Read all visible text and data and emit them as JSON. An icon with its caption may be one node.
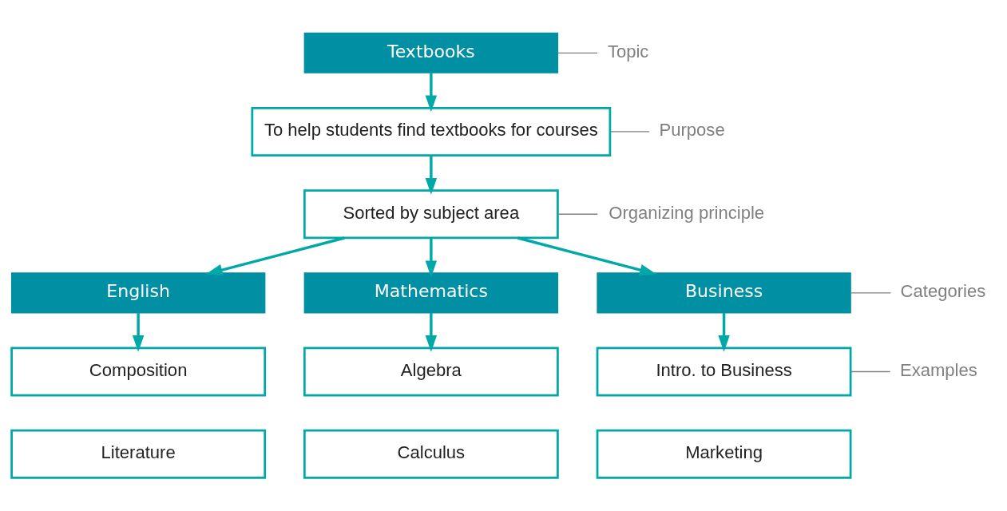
{
  "diagram": {
    "nodes": [
      {
        "text": [
          "Textbooks"
        ]
      },
      {
        "text": [
          "To help students find textbooks for courses"
        ]
      },
      {
        "text": [
          "Sorted by subject area"
        ]
      },
      {
        "text": [
          "English"
        ]
      },
      {
        "text": [
          "Mathematics"
        ]
      },
      {
        "text": [
          "Business"
        ]
      },
      {
        "text": [
          "Composition"
        ]
      },
      {
        "text": [
          "Literature"
        ]
      },
      {
        "text": [
          "Algebra"
        ]
      },
      {
        "text": [
          "Calculus"
        ]
      },
      {
        "text": [
          "Intro. to Business"
        ]
      },
      {
        "text": [
          "Marketing"
        ]
      },
      {
        "text": [
          "Topic"
        ]
      },
      {
        "text": [
          "Purpose"
        ]
      },
      {
        "text": [
          "Organizing principle"
        ]
      },
      {
        "text": [
          "Categories"
        ]
      },
      {
        "text": [
          "Examples"
        ]
      }
    ],
    "edges": [
      {
        "from": 0,
        "to": 1,
        "arrow": "to"
      },
      {
        "from": 1,
        "to": 2,
        "arrow": "to"
      },
      {
        "from": 2,
        "to": 3,
        "arrow": "to"
      },
      {
        "from": 2,
        "to": 4,
        "arrow": "to"
      },
      {
        "from": 2,
        "to": 5,
        "arrow": "to"
      },
      {
        "from": 3,
        "to": 6,
        "arrow": "to"
      },
      {
        "from": 4,
        "to": 8,
        "arrow": "to"
      },
      {
        "from": 5,
        "to": 10,
        "arrow": "to"
      },
      {
        "from": 12,
        "to": 0,
        "arrow": "none",
        "color": "#808080"
      },
      {
        "from": 13,
        "to": 1,
        "arrow": "none",
        "color": "#808080"
      },
      {
        "from": 14,
        "to": 2,
        "arrow": "none",
        "color": "#808080"
      },
      {
        "from": 15,
        "to": 5,
        "arrow": "none",
        "color": "#808080"
      },
      {
        "from": 16,
        "to": 10,
        "arrow": "none",
        "color": "#808080"
      }
    ]
  }
}
